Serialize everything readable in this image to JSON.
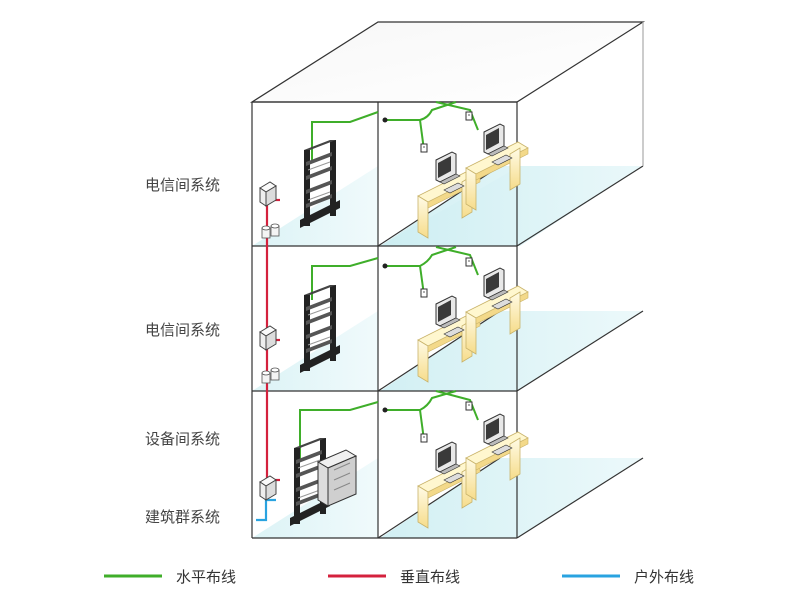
{
  "floor_labels": [
    {
      "text": "电信间系统"
    },
    {
      "text": "电信间系统"
    },
    {
      "text": "设备间系统"
    },
    {
      "text": "建筑群系统"
    }
  ],
  "legend": [
    {
      "label": "水平布线",
      "color": "#3fae2a"
    },
    {
      "label": "垂直布线",
      "color": "#d4213d"
    },
    {
      "label": "户外布线",
      "color": "#29a3e0"
    }
  ],
  "colors": {
    "horizontal": "#3fae2a",
    "vertical": "#d4213d",
    "outdoor": "#29a3e0",
    "floor_tint": "#d9f2f5",
    "desk": "#fbeeb8",
    "frame": "#333333"
  }
}
